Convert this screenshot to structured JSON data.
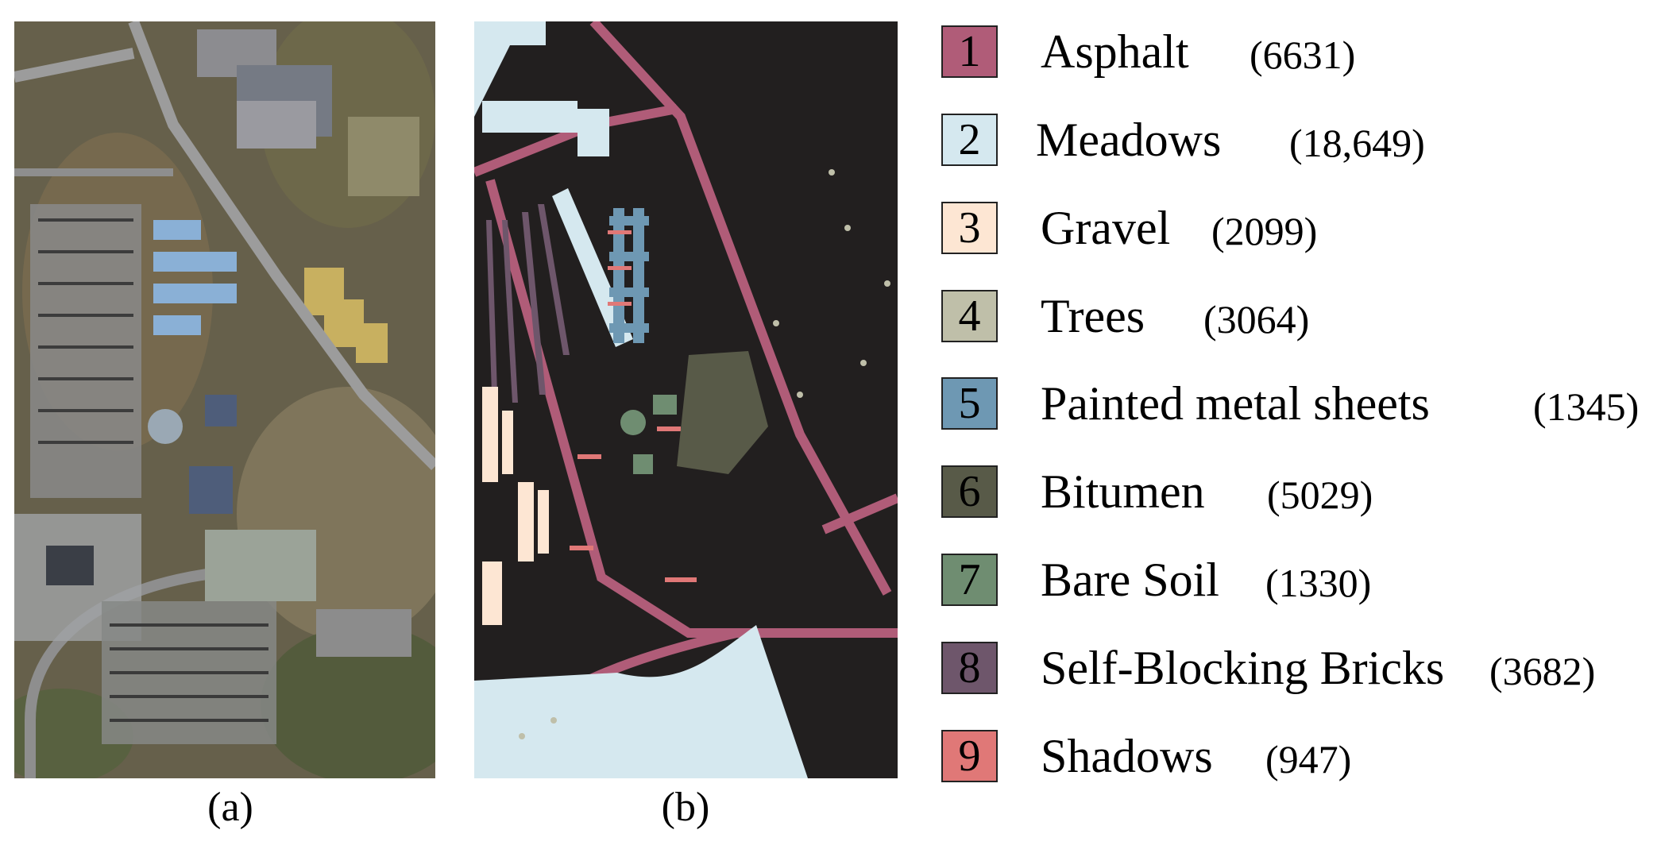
{
  "captions": {
    "a": "(a)",
    "b": "(b)"
  },
  "panel_a": {
    "kind": "aerial-image"
  },
  "panel_b": {
    "kind": "ground-truth-map",
    "background_color": "#221f1f"
  },
  "legend": [
    {
      "number": "1",
      "name": "Asphalt",
      "count": "(6631)",
      "color": "#b05c78"
    },
    {
      "number": "2",
      "name": "Meadows",
      "count": "(18,649)",
      "color": "#d5e8ef"
    },
    {
      "number": "3",
      "name": "Gravel",
      "count": "(2099)",
      "color": "#fde6d3"
    },
    {
      "number": "4",
      "name": "Trees",
      "count": "(3064)",
      "color": "#bfbfa9"
    },
    {
      "number": "5",
      "name": "Painted metal sheets",
      "count": "(1345)",
      "color": "#6e98b3"
    },
    {
      "number": "6",
      "name": "Bitumen",
      "count": "(5029)",
      "color": "#585a48"
    },
    {
      "number": "7",
      "name": "Bare Soil",
      "count": "(1330)",
      "color": "#6f8d71"
    },
    {
      "number": "8",
      "name": "Self-Blocking Bricks",
      "count": "(3682)",
      "color": "#6e566b"
    },
    {
      "number": "9",
      "name": "Shadows",
      "count": "(947)",
      "color": "#e07877"
    }
  ]
}
